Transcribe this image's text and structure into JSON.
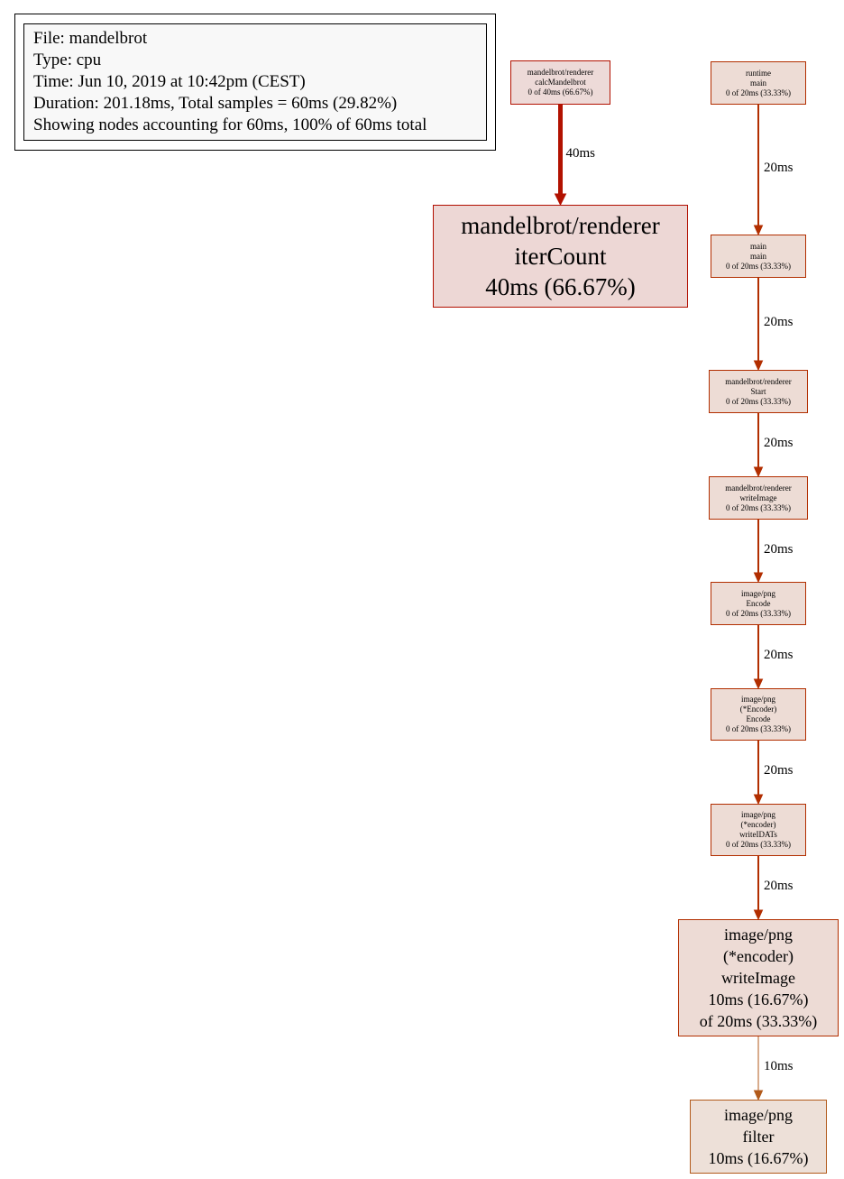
{
  "legend": {
    "file": "File: mandelbrot",
    "type": "Type: cpu",
    "time": "Time: Jun 10, 2019 at 10:42pm (CEST)",
    "duration": "Duration: 201.18ms, Total samples = 60ms (29.82%)",
    "showing": "Showing nodes accounting for 60ms, 100% of 60ms total"
  },
  "nodes": {
    "calc": {
      "lines": [
        "mandelbrot/renderer",
        "calcMandelbrot",
        "0 of 40ms (66.67%)"
      ],
      "fill": "#eddad8",
      "stroke": "#b21100"
    },
    "iter": {
      "lines": [
        "mandelbrot/renderer",
        "iterCount",
        "40ms (66.67%)"
      ],
      "fill": "#edd7d5",
      "stroke": "#b20e00"
    },
    "runtime_main": {
      "lines": [
        "runtime",
        "main",
        "0 of 20ms (33.33%)"
      ],
      "fill": "#eddcd5",
      "stroke": "#b22e00"
    },
    "main_main": {
      "lines": [
        "main",
        "main",
        "0 of 20ms (33.33%)"
      ],
      "fill": "#eddcd5",
      "stroke": "#b22e00"
    },
    "start": {
      "lines": [
        "mandelbrot/renderer",
        "Start",
        "0 of 20ms (33.33%)"
      ],
      "fill": "#eddcd5",
      "stroke": "#b22e00"
    },
    "write_image": {
      "lines": [
        "mandelbrot/renderer",
        "writeImage",
        "0 of 20ms (33.33%)"
      ],
      "fill": "#eddcd5",
      "stroke": "#b22e00"
    },
    "png_encode": {
      "lines": [
        "image/png",
        "Encode",
        "0 of 20ms (33.33%)"
      ],
      "fill": "#eddcd5",
      "stroke": "#b22e00"
    },
    "encoder_encode": {
      "lines": [
        "image/png",
        "(*Encoder)",
        "Encode",
        "0 of 20ms (33.33%)"
      ],
      "fill": "#eddcd5",
      "stroke": "#b22e00"
    },
    "write_idats": {
      "lines": [
        "image/png",
        "(*encoder)",
        "writeIDATs",
        "0 of 20ms (33.33%)"
      ],
      "fill": "#eddcd5",
      "stroke": "#b22e00"
    },
    "encoder_writeimage": {
      "lines": [
        "image/png",
        "(*encoder)",
        "writeImage",
        "10ms (16.67%)",
        "of 20ms (33.33%)"
      ],
      "fill": "#eddbd5",
      "stroke": "#b22e00"
    },
    "filter": {
      "lines": [
        "image/png",
        "filter",
        "10ms (16.67%)"
      ],
      "fill": "#ede0d8",
      "stroke": "#b25a1b"
    }
  },
  "edges": [
    {
      "from": "calc",
      "to": "iter",
      "label": "40ms",
      "color": "#b21100"
    },
    {
      "from": "runtime_main",
      "to": "main_main",
      "label": "20ms",
      "color": "#b22e00"
    },
    {
      "from": "main_main",
      "to": "start",
      "label": "20ms",
      "color": "#b22e00"
    },
    {
      "from": "start",
      "to": "write_image",
      "label": "20ms",
      "color": "#b22e00"
    },
    {
      "from": "write_image",
      "to": "png_encode",
      "label": "20ms",
      "color": "#b22e00"
    },
    {
      "from": "png_encode",
      "to": "encoder_encode",
      "label": "20ms",
      "color": "#b22e00"
    },
    {
      "from": "encoder_encode",
      "to": "write_idats",
      "label": "20ms",
      "color": "#b22e00"
    },
    {
      "from": "write_idats",
      "to": "encoder_writeimage",
      "label": "20ms",
      "color": "#b22e00"
    },
    {
      "from": "encoder_writeimage",
      "to": "filter",
      "label": "10ms",
      "color": "#b25a1b"
    }
  ]
}
